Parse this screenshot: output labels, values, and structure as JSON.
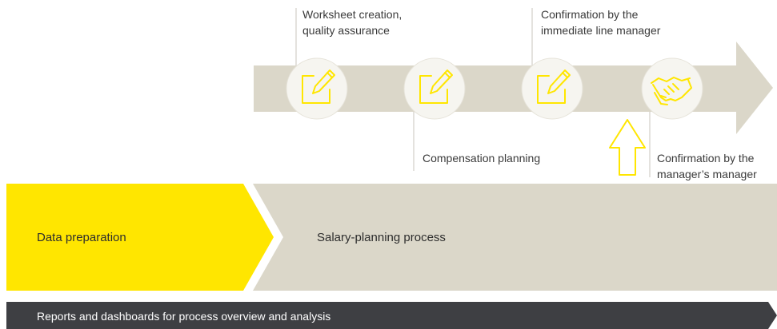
{
  "colors": {
    "arrow_band": "#dbd7c9",
    "accent_yellow": "#ffe600",
    "dark_band": "#3e3f43",
    "circle_fill": "#f6f5f0",
    "connector_line": "#c8c6bd"
  },
  "steps": [
    {
      "label_line1": "Worksheet creation,",
      "label_line2": "quality assurance",
      "icon": "edit-icon"
    },
    {
      "label_line1": "Compensation planning",
      "label_line2": "",
      "icon": "edit-icon"
    },
    {
      "label_line1": "Confirmation by the",
      "label_line2": "immediate line manager",
      "icon": "edit-icon"
    },
    {
      "label_line1": "Confirmation by the",
      "label_line2": "manager’s manager",
      "icon": "handshake-icon"
    }
  ],
  "phases": {
    "data_preparation": "Data preparation",
    "salary_planning": "Salary-planning process"
  },
  "footer": {
    "reports": "Reports and dashboards for process overview and analysis"
  }
}
